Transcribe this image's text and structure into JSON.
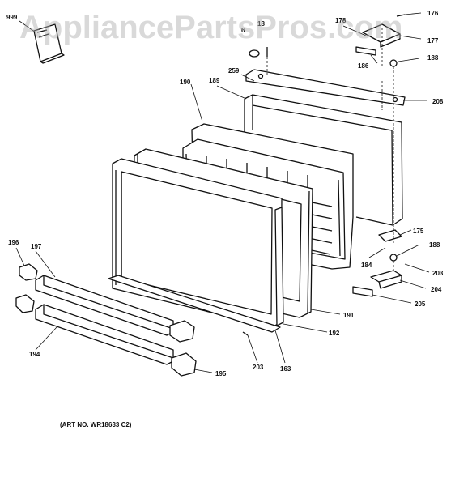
{
  "watermark": "AppliancePartsPros.com",
  "art_note": "(ART NO. WR18633 C2)",
  "callouts": {
    "c999": "999",
    "c6": "6",
    "c18": "18",
    "c178": "178",
    "c176": "176",
    "c177": "177",
    "c186": "186",
    "c188a": "188",
    "c190": "190",
    "c189": "189",
    "c259": "259",
    "c208": "208",
    "c175": "175",
    "c188b": "188",
    "c184": "184",
    "c203a": "203",
    "c204": "204",
    "c205": "205",
    "c196": "196",
    "c197": "197",
    "c191": "191",
    "c192": "192",
    "c194": "194",
    "c203b": "203",
    "c163": "163",
    "c195": "195"
  }
}
